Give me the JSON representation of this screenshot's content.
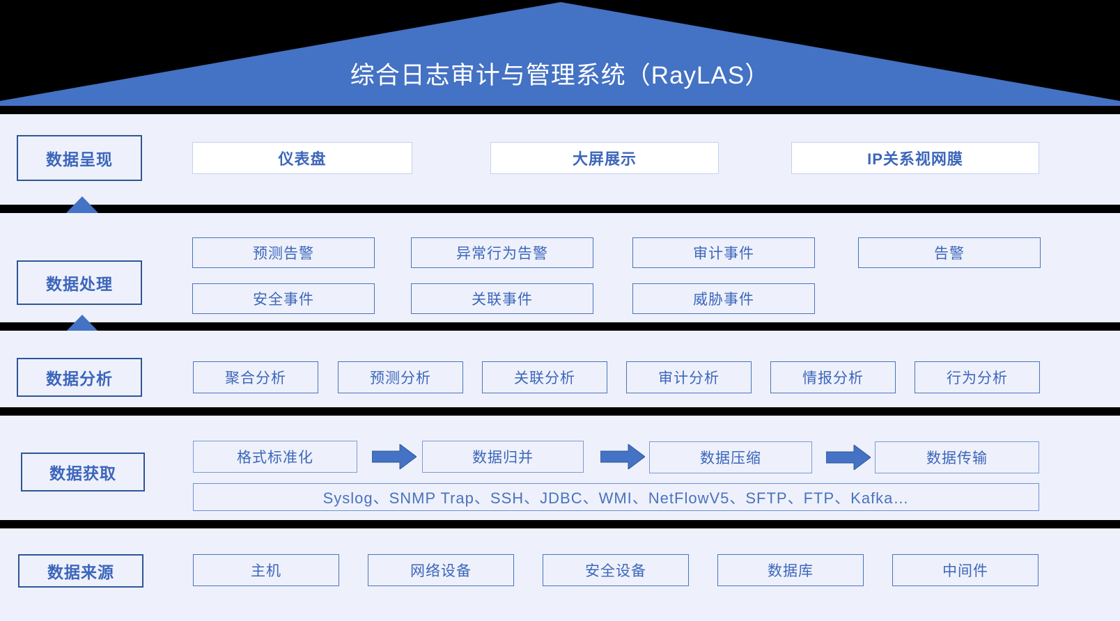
{
  "title": "综合日志审计与管理系统（RayLAS）",
  "colors": {
    "roof_blue": "#4472c4",
    "band_bg": "#eef1fb",
    "divider_black": "#000000",
    "text_blue": "#3c66bb",
    "label_border": "#2f5597",
    "arrow_blue": "#4472c4"
  },
  "layers": [
    {
      "id": "presentation",
      "label": "数据呈现",
      "items": [
        "仪表盘",
        "大屏展示",
        "IP关系视网膜"
      ]
    },
    {
      "id": "processing",
      "label": "数据处理",
      "row1": [
        "预测告警",
        "异常行为告警",
        "审计事件",
        "告警"
      ],
      "row2": [
        "安全事件",
        "关联事件",
        "威胁事件"
      ]
    },
    {
      "id": "analysis",
      "label": "数据分析",
      "items": [
        "聚合分析",
        "预测分析",
        "关联分析",
        "审计分析",
        "情报分析",
        "行为分析"
      ]
    },
    {
      "id": "acquisition",
      "label": "数据获取",
      "pipeline": [
        "格式标准化",
        "数据归并",
        "数据压缩",
        "数据传输"
      ],
      "protocols": "Syslog、SNMP Trap、SSH、JDBC、WMI、NetFlowV5、SFTP、FTP、Kafka…"
    },
    {
      "id": "sources",
      "label": "数据来源",
      "items": [
        "主机",
        "网络设备",
        "安全设备",
        "数据库",
        "中间件"
      ]
    }
  ],
  "arrows": {
    "up_icon": "arrow-up-icon",
    "right_icon": "arrow-right-icon"
  }
}
